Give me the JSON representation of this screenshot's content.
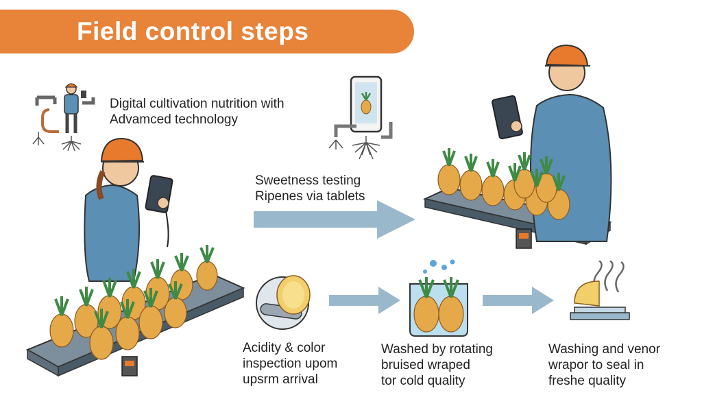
{
  "header": {
    "title": "Field control steps"
  },
  "steps": {
    "digital": {
      "line1": "Digital cultivation nutrition with",
      "line2": "Advamced technology"
    },
    "sweetness": {
      "line1": "Sweetness testing",
      "line2": "Ripenes via tablets"
    },
    "acidity": {
      "line1": "Acidity & color",
      "line2": "inspection upom",
      "line3": "upsrm arrival"
    },
    "washed": {
      "line1": "Washed by rotating",
      "line2": "bruised wraped",
      "line3": "tor cold quality"
    },
    "sealing": {
      "line1": "Washing and venor",
      "line2": "wrapor to seal in",
      "line3": "freshe quality"
    }
  },
  "colors": {
    "banner": "#e8833a",
    "helmet": "#e87a2e",
    "shirt": "#5b8fb4",
    "arrow": "#9ab8cc",
    "pineapple": "#e6a94a",
    "leaf": "#3f8a45"
  }
}
